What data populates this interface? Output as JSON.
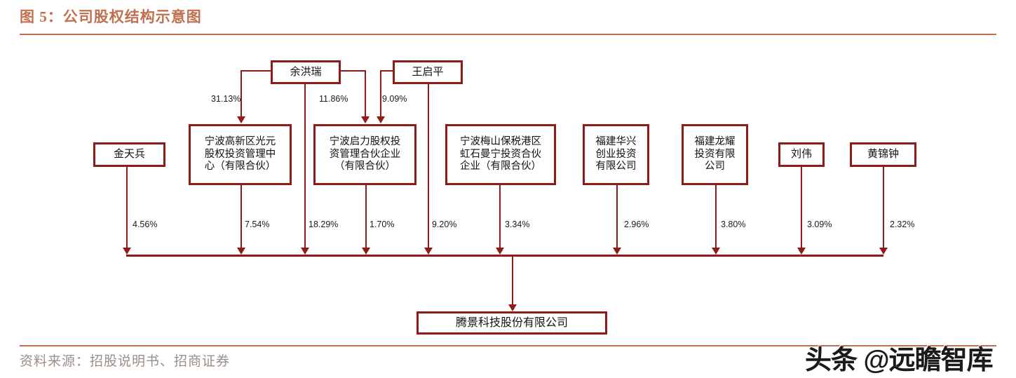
{
  "header": {
    "title": "图 5：公司股权结构示意图"
  },
  "footer": {
    "source": "资料来源：招股说明书、招商证券",
    "watermark": "头条 @远瞻智库"
  },
  "colors": {
    "accent": "#c0704f",
    "box_border": "#8f1b18",
    "line": "#8f1b18",
    "text": "#1a1a1a",
    "source_text": "#9b8e86"
  },
  "diagram": {
    "type": "equity-structure-chart",
    "top_persons": [
      {
        "id": "yuhongrui",
        "label": "余洪瑞"
      },
      {
        "id": "wangqiping",
        "label": "王启平"
      }
    ],
    "shareholders": [
      {
        "id": "jintianbing",
        "label": "金天兵",
        "kind": "person"
      },
      {
        "id": "guangyuan",
        "label": "宁波高新区光元\n股权投资管理中\n心（有限合伙）",
        "kind": "entity"
      },
      {
        "id": "qili",
        "label": "宁波启力股权投\n资管理合伙企业\n（有限合伙）",
        "kind": "entity"
      },
      {
        "id": "hongshimanning",
        "label": "宁波梅山保税港区\n虹石曼宁投资合伙\n企业（有限合伙）",
        "kind": "entity"
      },
      {
        "id": "huaxing",
        "label": "福建华兴\n创业投资\n有限公司",
        "kind": "entity"
      },
      {
        "id": "longyao",
        "label": "福建龙耀\n投资有限\n公司",
        "kind": "entity"
      },
      {
        "id": "liuwei",
        "label": "刘伟",
        "kind": "person"
      },
      {
        "id": "huangjinzhong",
        "label": "黄锦钟",
        "kind": "person"
      }
    ],
    "company": {
      "id": "tengjing",
      "label": "腾景科技股份有限公司"
    },
    "upper_edges": [
      {
        "from": "yuhongrui",
        "to": "guangyuan",
        "percent": "31.13%"
      },
      {
        "from": "yuhongrui",
        "to": "qili",
        "percent": "11.86%"
      },
      {
        "from": "wangqiping",
        "to": "qili",
        "percent": "9.09%"
      }
    ],
    "company_edges": [
      {
        "from": "jintianbing",
        "percent": "4.56%"
      },
      {
        "from": "guangyuan",
        "percent": "7.54%"
      },
      {
        "from": "yuhongrui",
        "percent": "18.29%"
      },
      {
        "from": "qili",
        "percent": "1.70%"
      },
      {
        "from": "wangqiping",
        "percent": "9.20%"
      },
      {
        "from": "hongshimanning",
        "percent": "3.34%"
      },
      {
        "from": "huaxing",
        "percent": "2.96%"
      },
      {
        "from": "longyao",
        "percent": "3.80%"
      },
      {
        "from": "liuwei",
        "percent": "3.09%"
      },
      {
        "from": "huangjinzhong",
        "percent": "2.32%"
      }
    ]
  }
}
